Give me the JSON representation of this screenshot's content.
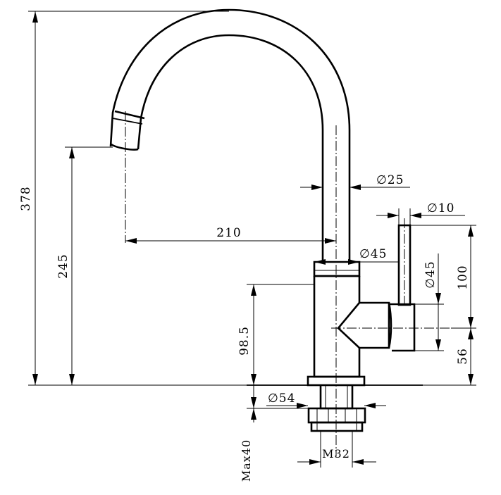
{
  "diagram": {
    "dimensions": {
      "total_height": "378",
      "spout_height": "245",
      "spout_reach": "210",
      "spout_diameter": "∅25",
      "lever_diameter": "∅10",
      "body_diameter": "∅45",
      "handle_diameter": "∅45",
      "lever_height": "100",
      "handle_axis_height": "56",
      "body_height": "98.5",
      "base_diameter": "∅54",
      "max_thickness": "Max40",
      "thread": "M32"
    }
  }
}
